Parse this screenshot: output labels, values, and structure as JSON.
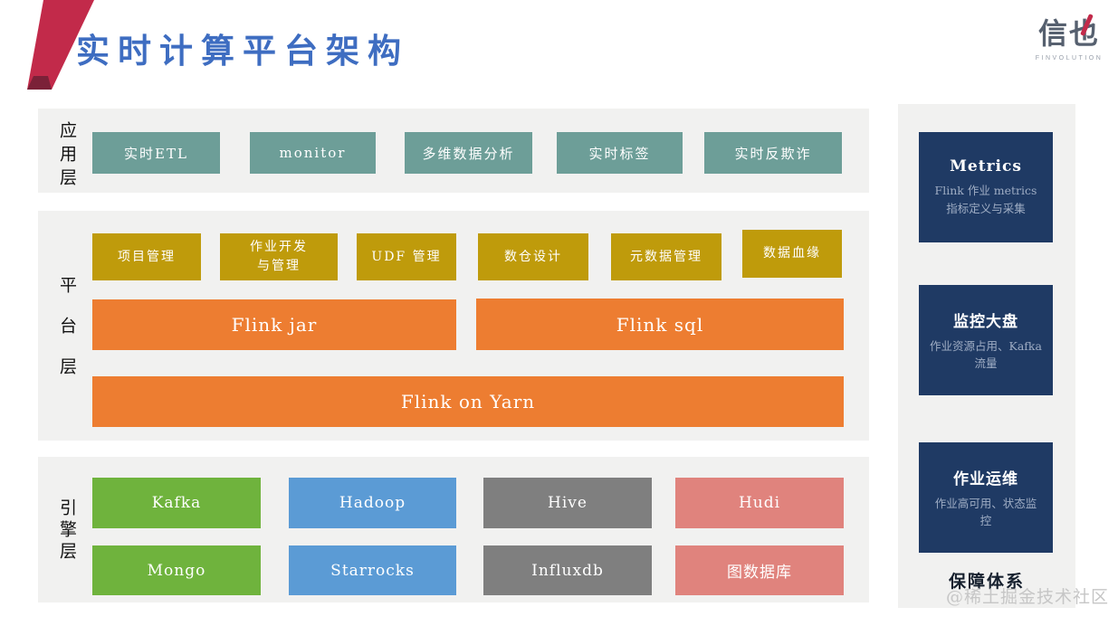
{
  "page": {
    "title": "实时计算平台架构",
    "logo": {
      "text": "信也",
      "subtext": "FINVOLUTION"
    },
    "watermark": "@稀土掘金技术社区"
  },
  "colors": {
    "accent_red": "#c22a4a",
    "title_blue": "#3e6dc1",
    "teal": "#6d9e98",
    "gold": "#bf9b0b",
    "orange": "#ed7d31",
    "green": "#6fb33d",
    "blue": "#5b9bd5",
    "gray": "#7f7f7f",
    "salmon": "#e0837d",
    "navy": "#1f3a64",
    "band_bg": "#f1f1f0"
  },
  "layers": {
    "application": {
      "label": "应用层",
      "items": [
        "实时ETL",
        "monitor",
        "多维数据分析",
        "实时标签",
        "实时反欺诈"
      ]
    },
    "platform": {
      "label": "平台层",
      "management_items": [
        "项目管理",
        "作业开发\n与管理",
        "UDF 管理",
        "数仓设计",
        "元数据管理",
        "数据血缘"
      ],
      "engine_items": [
        "Flink jar",
        "Flink sql"
      ],
      "base_item": "Flink on Yarn"
    },
    "engine": {
      "label": "引擎层",
      "row1": [
        "Kafka",
        "Hadoop",
        "Hive",
        "Hudi"
      ],
      "row2": [
        "Mongo",
        "Starrocks",
        "Influxdb",
        "图数据库"
      ]
    },
    "assurance": {
      "label": "保障体系",
      "cards": [
        {
          "title": "Metrics",
          "desc": "Flink 作业 metrics指标定义与采集"
        },
        {
          "title": "监控大盘",
          "desc": "作业资源占用、Kafka 流量"
        },
        {
          "title": "作业运维",
          "desc": "作业高可用、状态监控"
        }
      ]
    }
  }
}
